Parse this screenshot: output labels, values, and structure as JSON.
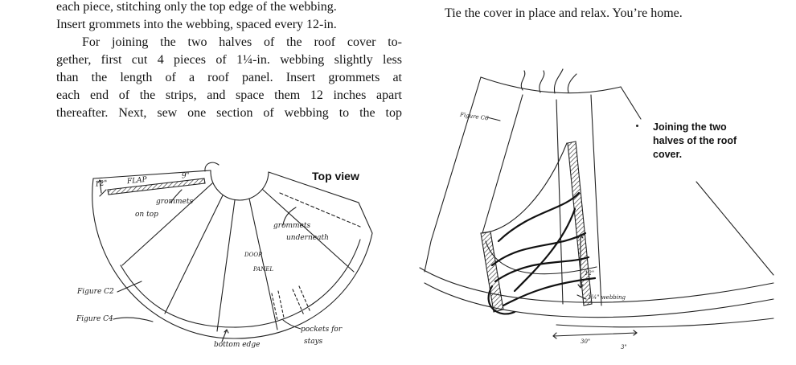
{
  "page": {
    "left_column": {
      "lines": [
        "each piece, stitching only the top edge of the webbing.",
        "Insert grommets into the webbing, spaced every 12-in.",
        "For joining the two halves of the roof cover to-",
        "gether, first cut 4 pieces of 1¼-in. webbing slightly less",
        "than the length of a roof panel.  Insert grommets at",
        "each end of the strips, and space them 12 inches apart",
        "thereafter. Next, sew one section of webbing to the top"
      ]
    },
    "right_column": {
      "lines": [
        "Tie the cover in place and relax. You’re home."
      ]
    },
    "figure_top_view": {
      "title": "Top view",
      "labels": {
        "flap_width": "12\"",
        "flap": "FLAP",
        "flap_end": "9\"",
        "grommets_top_1": "grommets",
        "grommets_top_2": "on top",
        "grommets_under_1": "grommets",
        "grommets_under_2": "underneath",
        "door_1": "DOOR",
        "door_2": "PANEL",
        "figure_c2": "Figure C2",
        "figure_c4": "Figure C4",
        "bottom_edge": "bottom edge",
        "pockets_1": "pockets for",
        "pockets_2": "stays"
      }
    },
    "figure_joining": {
      "caption": [
        "Joining the two",
        "halves of the roof",
        "cover."
      ],
      "labels": {
        "figure_c6": "Figure C6",
        "spacing": "12\"",
        "webbing": "1¼\" webbing",
        "length": "30\"",
        "overlap": "3\""
      }
    }
  }
}
